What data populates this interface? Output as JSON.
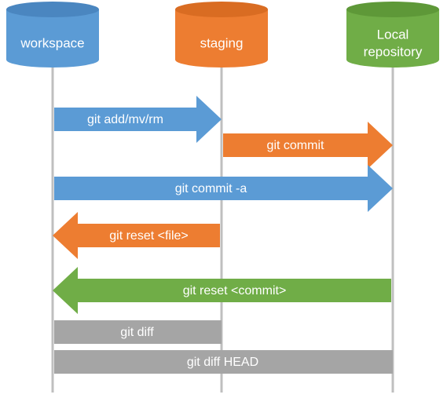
{
  "nodes": [
    {
      "id": "workspace",
      "lines": [
        "workspace"
      ],
      "color": "#5b9bd5",
      "shade": "#4a86c0"
    },
    {
      "id": "staging",
      "lines": [
        "staging"
      ],
      "color": "#ed7d31",
      "shade": "#d96c22"
    },
    {
      "id": "local-repository",
      "lines": [
        "Local",
        "repository"
      ],
      "color": "#70ad47",
      "shade": "#5e9838"
    }
  ],
  "arrows": [
    {
      "label": "git add/mv/rm",
      "from": "workspace",
      "to": "staging",
      "color": "#5b9bd5",
      "shape": "arrow"
    },
    {
      "label": "git commit",
      "from": "staging",
      "to": "local-repository",
      "color": "#ed7d31",
      "shape": "arrow"
    },
    {
      "label": "git commit -a",
      "from": "workspace",
      "to": "local-repository",
      "color": "#5b9bd5",
      "shape": "arrow"
    },
    {
      "label": "git reset <file>",
      "from": "staging",
      "to": "workspace",
      "color": "#ed7d31",
      "shape": "arrow"
    },
    {
      "label": "git reset <commit>",
      "from": "local-repository",
      "to": "workspace",
      "color": "#70ad47",
      "shape": "arrow"
    },
    {
      "label": "git diff",
      "from": "workspace",
      "to": "staging",
      "color": "#a5a5a5",
      "shape": "bar"
    },
    {
      "label": "git diff HEAD",
      "from": "workspace",
      "to": "local-repository",
      "color": "#a5a5a5",
      "shape": "bar"
    }
  ]
}
